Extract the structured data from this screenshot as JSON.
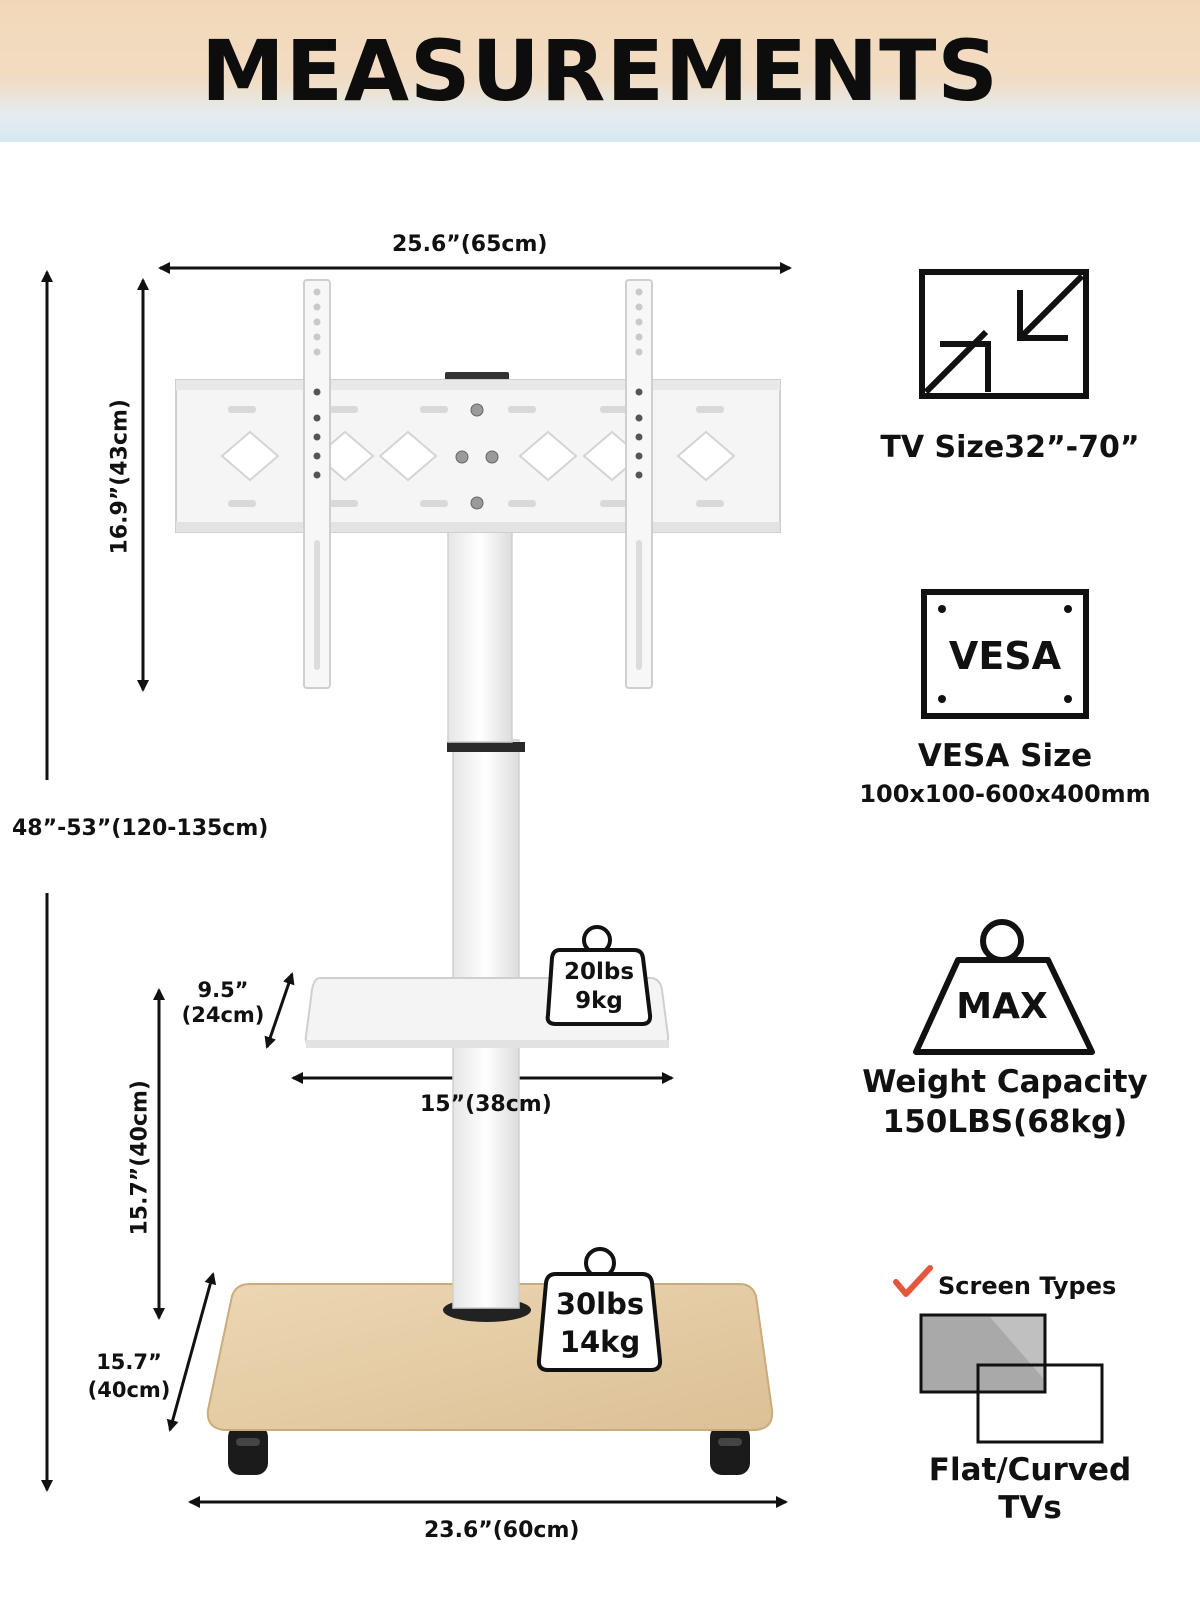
{
  "header": {
    "title": "MEASUREMENTS"
  },
  "dimensions": {
    "mount_width": "25.6”(65cm)",
    "mount_height": "16.9”(43cm)",
    "total_height": "48”-53”(120-135cm)",
    "shelf_depth_line1": "9.5”",
    "shelf_depth_line2": "(24cm)",
    "shelf_width": "15”(38cm)",
    "shelf_height": "15.7”(40cm)",
    "base_depth_line1": "15.7”",
    "base_depth_line2": "(40cm)",
    "base_width": "23.6”(60cm)"
  },
  "loads": {
    "shelf": {
      "line1": "20lbs",
      "line2": "9kg"
    },
    "base": {
      "line1": "30lbs",
      "line2": "14kg"
    }
  },
  "features": {
    "tv_size": {
      "icon": "resize-arrows-icon",
      "label": "TV Size32”-70”"
    },
    "vesa": {
      "icon": "vesa-plate-icon",
      "icon_text": "VESA",
      "label": "VESA Size",
      "sub": "100x100-600x400mm"
    },
    "weight": {
      "icon": "weight-icon",
      "icon_text": "MAX",
      "line1": "Weight Capacity",
      "line2": "150LBS(68kg)"
    },
    "screen": {
      "icon": "screens-icon",
      "check_label": "Screen Types",
      "line1": "Flat/Curved",
      "line2": "TVs"
    }
  },
  "colors": {
    "wood": "#e3cba3",
    "stand": "#f2f2f2",
    "ink": "#111111",
    "check": "#e4573d"
  }
}
